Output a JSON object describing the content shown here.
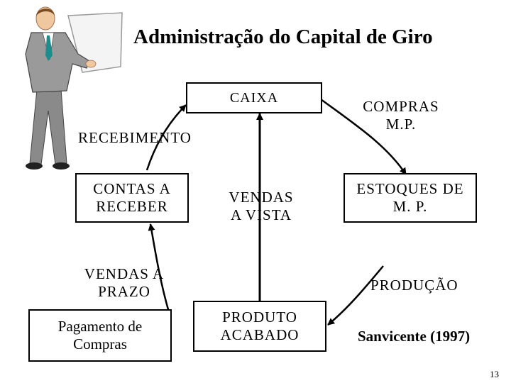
{
  "title": "Administração do Capital de Giro",
  "nodes": {
    "caixa": "CAIXA",
    "compras": [
      "COMPRAS",
      "M.P."
    ],
    "recebimento": "RECEBIMENTO",
    "contas_receber": [
      "CONTAS A",
      "RECEBER"
    ],
    "vendas_vista": [
      "VENDAS",
      "A VISTA"
    ],
    "estoques": [
      "ESTOQUES DE",
      "M. P."
    ],
    "vendas_prazo": [
      "VENDAS A",
      "PRAZO"
    ],
    "producao": "PRODUÇÃO",
    "pagamento": [
      "Pagamento de",
      "Compras"
    ],
    "produto_acabado": [
      "PRODUTO",
      "ACABADO"
    ]
  },
  "citation": "Sanvicente (1997)",
  "slide_number": "13",
  "clipart": "businessman-presenting-icon"
}
